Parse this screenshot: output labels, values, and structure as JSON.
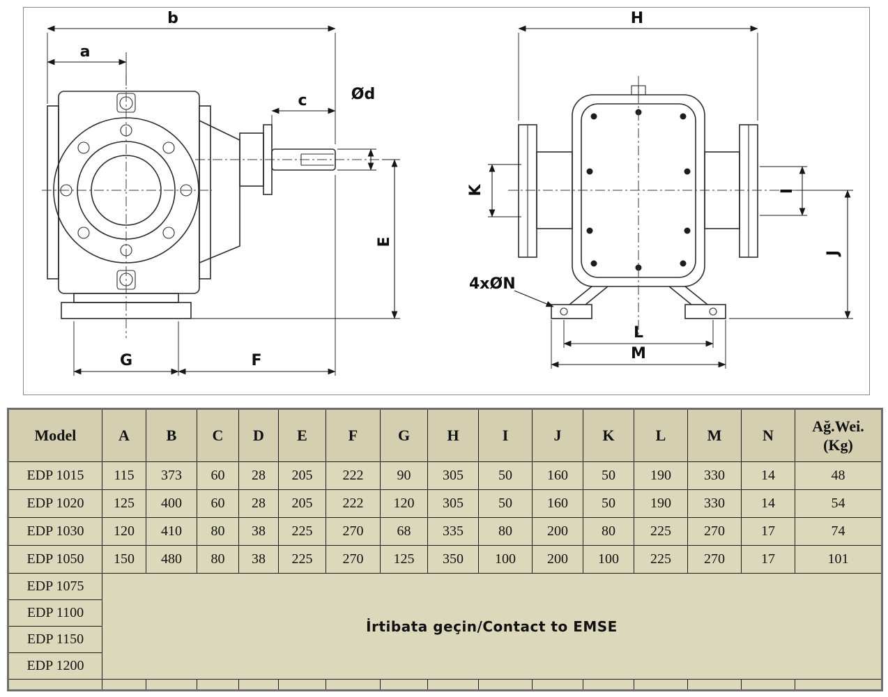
{
  "colors": {
    "table_bg": "#dcd8bb",
    "header_bg": "#d3cfb0",
    "cell_border": "#1b1b1b",
    "table_outer_border": "#6e6e6e",
    "contact_text_color": "#3b3b3b",
    "line_color": "#2b2b2b"
  },
  "diagram": {
    "side_view": {
      "b": "b",
      "a": "a",
      "c": "c",
      "d": "Ød",
      "E": "E",
      "G": "G",
      "F": "F"
    },
    "front_view": {
      "H": "H",
      "K": "K",
      "I": "I",
      "J": "J",
      "N": "4xØN",
      "L": "L",
      "M": "M"
    }
  },
  "table": {
    "headers": [
      "Model",
      "A",
      "B",
      "C",
      "D",
      "E",
      "F",
      "G",
      "H",
      "I",
      "J",
      "K",
      "L",
      "M",
      "N"
    ],
    "weight_header": "Ağ.Wei.\n(Kg)",
    "rows": [
      {
        "model": "EDP 1015",
        "values": [
          "115",
          "373",
          "60",
          "28",
          "205",
          "222",
          "90",
          "305",
          "50",
          "160",
          "50",
          "190",
          "330",
          "14",
          "48"
        ]
      },
      {
        "model": "EDP 1020",
        "values": [
          "125",
          "400",
          "60",
          "28",
          "205",
          "222",
          "120",
          "305",
          "50",
          "160",
          "50",
          "190",
          "330",
          "14",
          "54"
        ]
      },
      {
        "model": "EDP 1030",
        "values": [
          "120",
          "410",
          "80",
          "38",
          "225",
          "270",
          "68",
          "335",
          "80",
          "200",
          "80",
          "225",
          "270",
          "17",
          "74"
        ]
      },
      {
        "model": "EDP 1050",
        "values": [
          "150",
          "480",
          "80",
          "38",
          "225",
          "270",
          "125",
          "350",
          "100",
          "200",
          "100",
          "225",
          "270",
          "17",
          "101"
        ]
      }
    ],
    "contact_rows": [
      "EDP 1075",
      "EDP 1100",
      "EDP 1150",
      "EDP 1200"
    ],
    "contact_text": "İrtibata geçin/Contact to EMSE"
  }
}
